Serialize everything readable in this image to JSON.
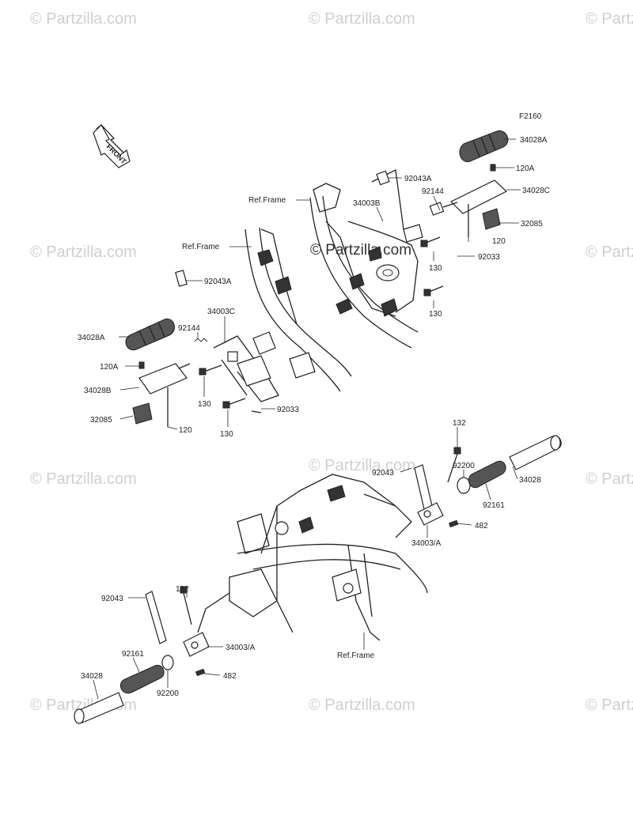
{
  "figure_code": "F2160",
  "front_label": "FRONT",
  "watermark": "© Partzilla.com",
  "center_watermark": "© Partzilla.com",
  "labels": {
    "p34028A_r": "34028A",
    "p120A_r": "120A",
    "p34028C": "34028C",
    "p32085_r": "32085",
    "p120_r": "120",
    "p92033_r": "92033",
    "p92043A_r": "92043A",
    "p92144_r": "92144",
    "p34003B": "34003B",
    "p130_r1": "130",
    "p130_r2": "130",
    "ref_frame_1": "Ref.Frame",
    "ref_frame_2": "Ref.Frame",
    "ref_frame_3": "Ref.Frame",
    "p92043A_l": "92043A",
    "p34003C": "34003C",
    "p92144_l": "92144",
    "p34028A_l": "34028A",
    "p120A_l": "120A",
    "p34028B": "34028B",
    "p32085_l": "32085",
    "p120_l": "120",
    "p130_l1": "130",
    "p130_l2": "130",
    "p92033_l": "92033",
    "p132_r": "132",
    "p92043_r": "92043",
    "p92200_r": "92200",
    "p34028_r": "34028",
    "p92161_r": "92161",
    "p482_r": "482",
    "p34003A_r": "34003/A",
    "p92043_l": "92043",
    "p132_l": "132",
    "p34003A_l": "34003/A",
    "p92161_l": "92161",
    "p34028_l": "34028",
    "p92200_l": "92200",
    "p482_l": "482"
  }
}
